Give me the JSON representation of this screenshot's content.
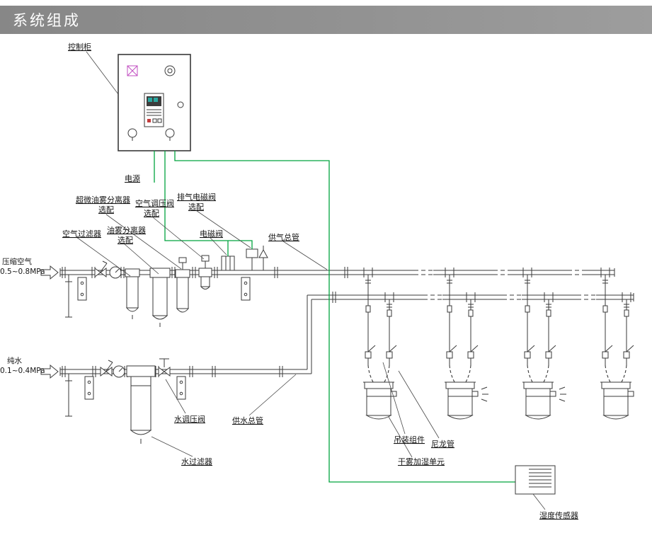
{
  "header": {
    "title": "系统组成"
  },
  "colors": {
    "header_bg": "#8f8f8f",
    "header_text": "#ffffff",
    "diagram_line": "#3a3a3a",
    "control_wire_green": "#00a33e",
    "indicator_magenta": "#c24fc2",
    "display_teal": "#2aa7a0",
    "background": "#ffffff"
  },
  "labels": {
    "control_cabinet": "控制柜",
    "power": "电源",
    "ultra_oil_separator": "超微油雾分离器",
    "ultra_oil_separator_opt": "选配",
    "air_regulator": "空气调压阀",
    "air_regulator_opt": "选配",
    "exhaust_solenoid": "排气电磁阀",
    "exhaust_solenoid_opt": "选配",
    "air_filter": "空气过滤器",
    "oil_separator": "油雾分离器",
    "oil_separator_opt": "选配",
    "solenoid_valve": "电磁阀",
    "air_main": "供气总管",
    "compressed_air": "压缩空气",
    "compressed_air_pressure": "0.5~0.8MPa",
    "pure_water": "纯水",
    "pure_water_pressure": "0.1~0.4MPa",
    "water_regulator": "水调压阀",
    "water_main": "供水总管",
    "water_filter": "水过滤器",
    "hoisting_assembly": "吊装组件",
    "nylon_tube": "尼龙管",
    "fog_humidifier_unit": "干雾加湿单元",
    "humidity_sensor": "湿度传感器"
  }
}
